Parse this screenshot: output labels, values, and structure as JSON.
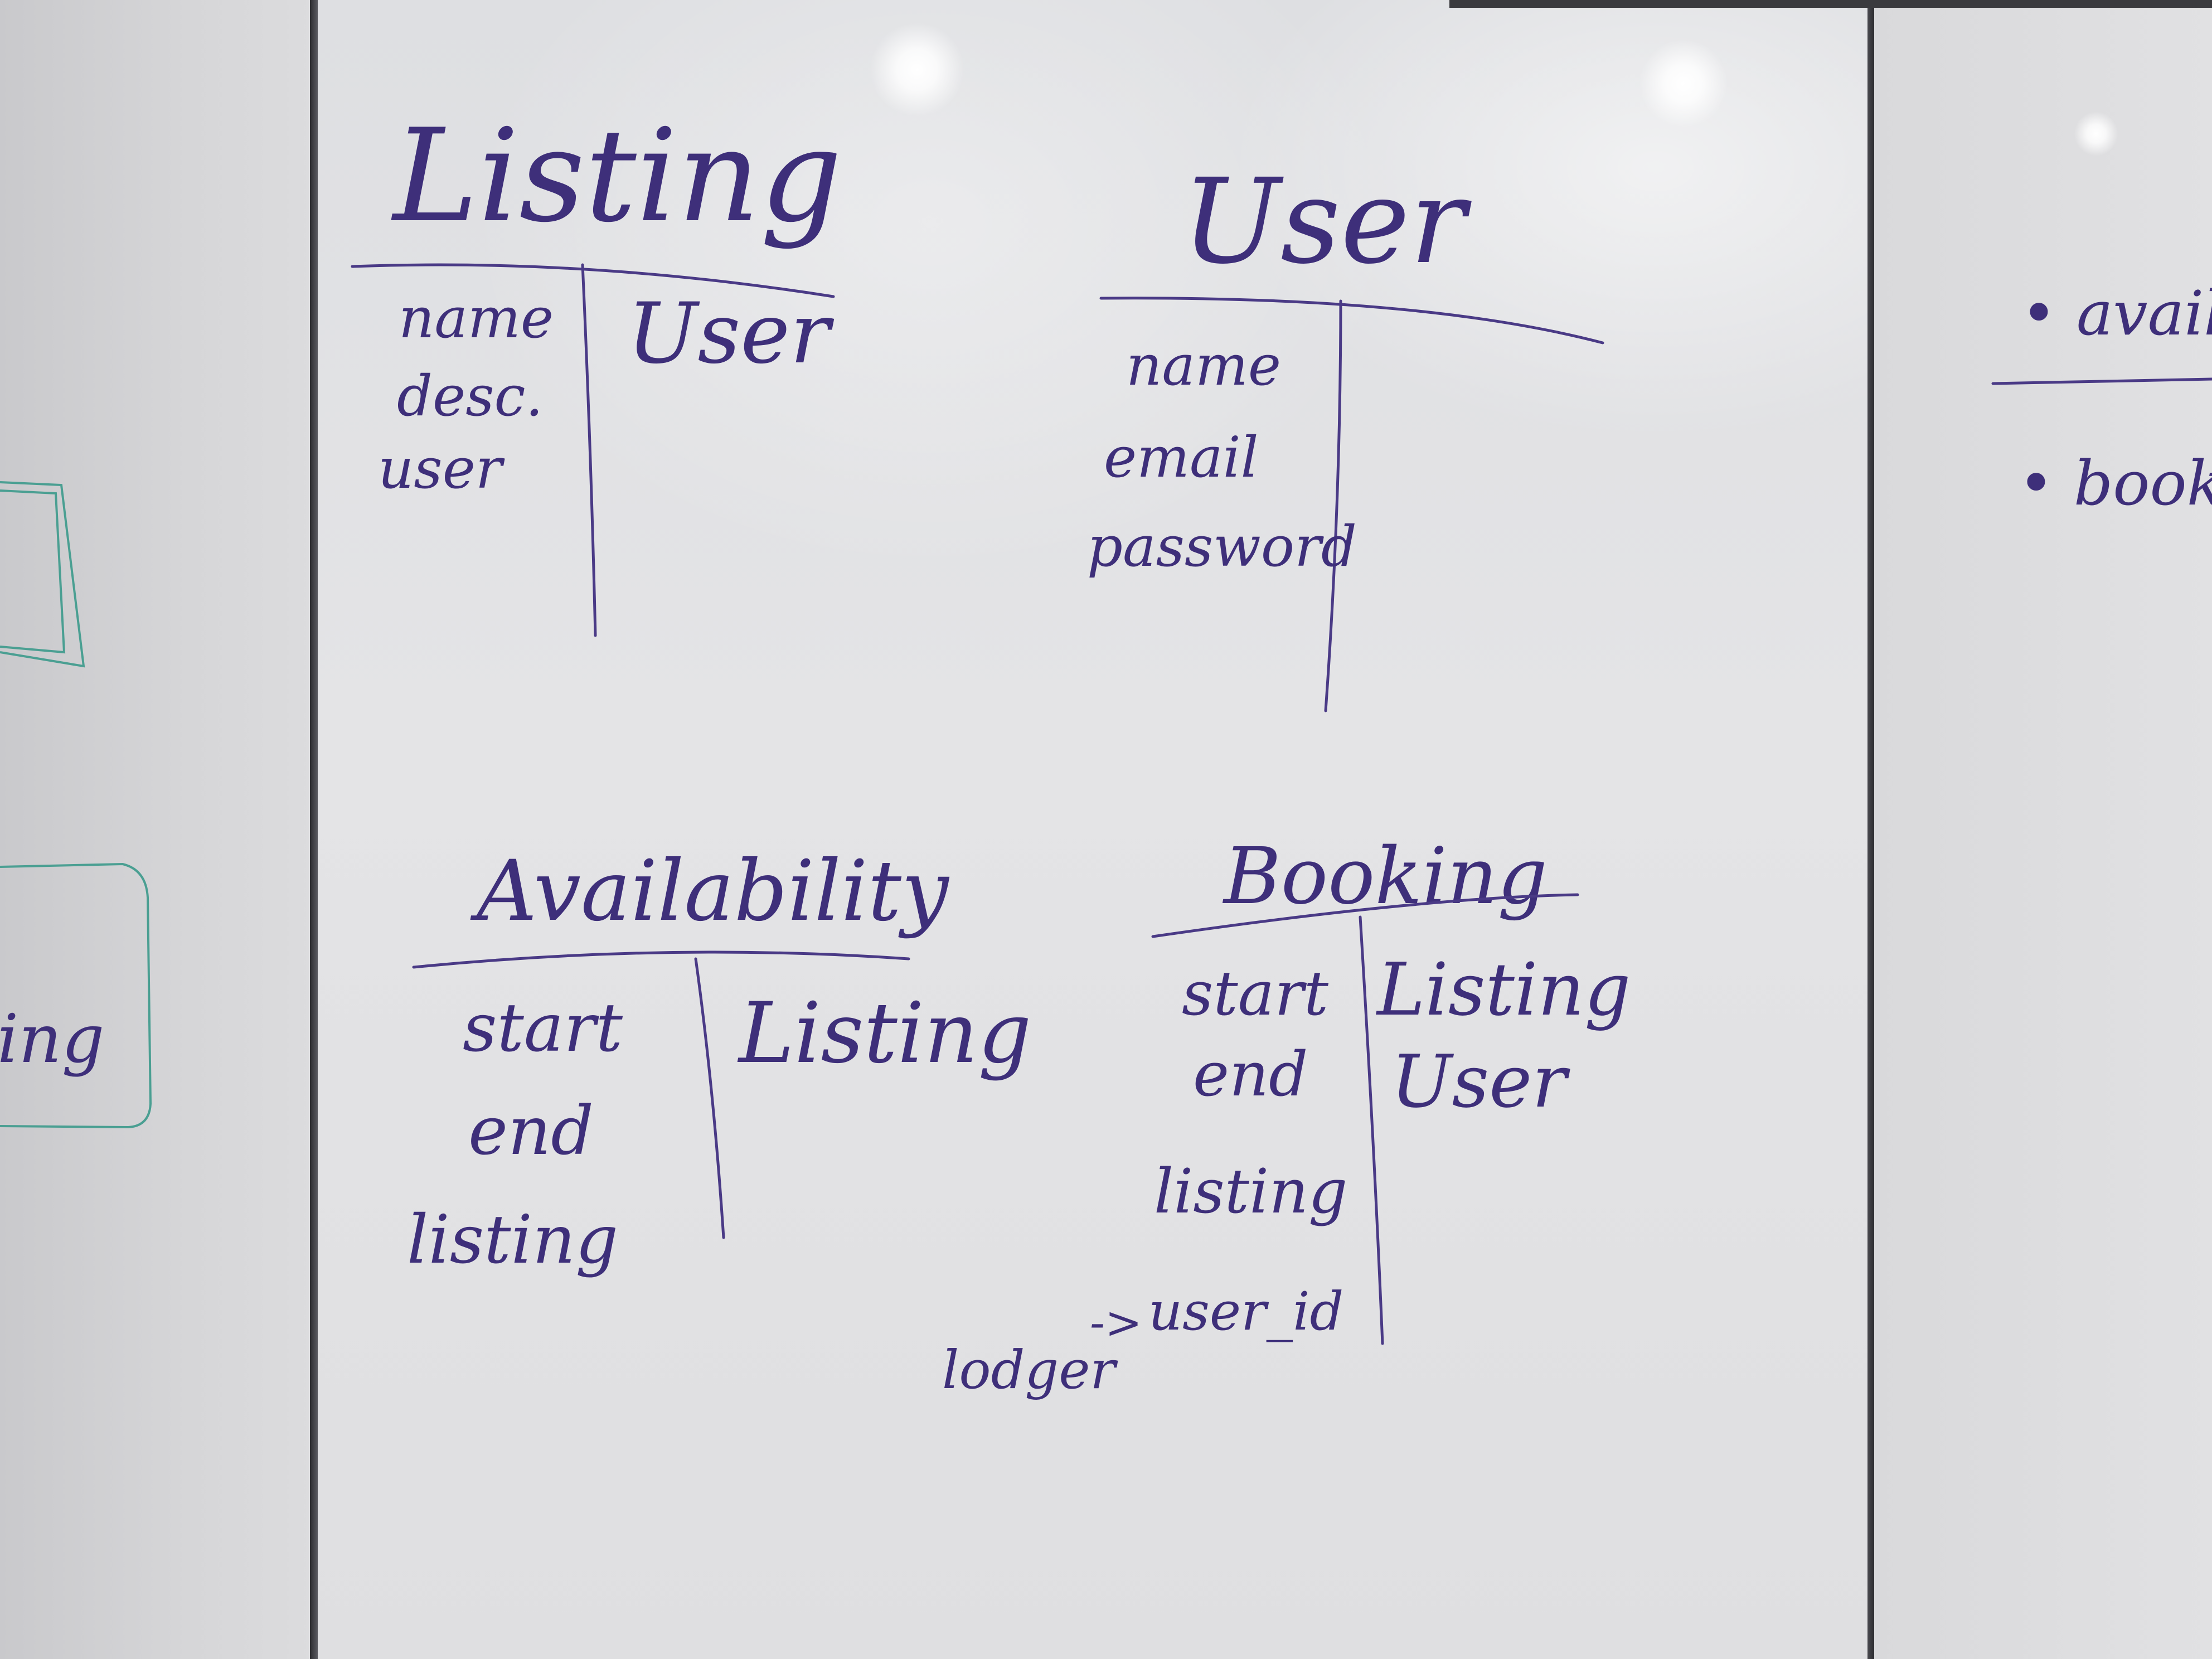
{
  "whiteboard": {
    "tables": [
      {
        "title": "Listing",
        "fields": [
          "name",
          "desc.",
          "user"
        ],
        "relations": [
          "User"
        ]
      },
      {
        "title": "User",
        "fields": [
          "name",
          "email",
          "password"
        ],
        "relations": []
      },
      {
        "title": "Availability",
        "fields": [
          "start",
          "end",
          "listing"
        ],
        "relations": [
          "Listing"
        ]
      },
      {
        "title": "Booking",
        "fields": [
          "start",
          "end",
          "listing"
        ],
        "relations": [
          "Listing",
          "User"
        ]
      }
    ],
    "booking_note": {
      "label": "lodger",
      "arrow": "->",
      "target": "user_id"
    },
    "right_panel": {
      "bullets": [
        "• avail",
        "• bookin"
      ]
    },
    "left_panel": {
      "fragment": "ing"
    }
  },
  "colors": {
    "ink": "#3e2f7a",
    "board": "#e2e2e4",
    "frame": "#3b3b40",
    "teal_marker": "#4a9f92"
  }
}
